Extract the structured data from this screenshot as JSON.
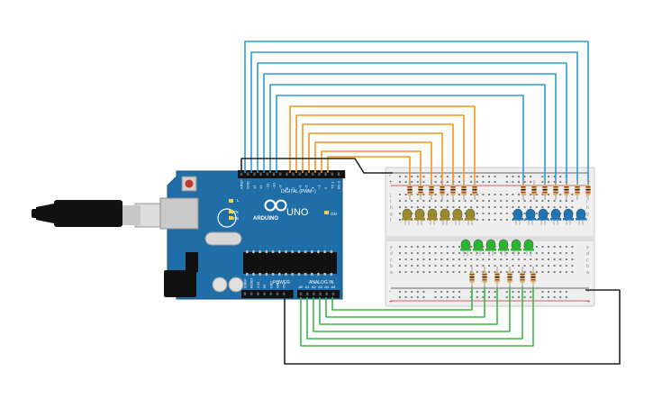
{
  "arduino": {
    "brand": "ARDUINO",
    "model": "UNO",
    "label_digital": "DIGITAL (PWM~)",
    "label_power": "POWER",
    "label_analog": "ANALOG IN",
    "label_on": "ON",
    "label_l": "L",
    "label_tx": "TX",
    "label_rx": "RX",
    "digital_pins": [
      "AREF",
      "GND",
      "13",
      "12",
      "~11",
      "~10",
      "~9",
      "8",
      "7",
      "~6",
      "~5",
      "4",
      "~3",
      "2",
      "TX 1",
      "RX 0"
    ],
    "power_pins": [
      "IOREF",
      "RESET",
      "3.3V",
      "5V",
      "GND",
      "GND",
      "Vin"
    ],
    "analog_pins": [
      "A0",
      "A1",
      "A2",
      "A3",
      "A4",
      "A5"
    ]
  },
  "breadboard": {
    "rail_plus": "+",
    "rail_minus": "-",
    "rows_top": [
      "j",
      "i",
      "h",
      "g",
      "f"
    ],
    "rows_bottom": [
      "e",
      "d",
      "c",
      "b",
      "a"
    ]
  },
  "leds": {
    "olive_color": "#9b8a2a",
    "blue_color": "#1f74b6",
    "green_color": "#2fb333"
  },
  "wires": {
    "blue": "#2a9bd6",
    "orange": "#f0961e",
    "green": "#3bb54a",
    "black": "#222222"
  }
}
